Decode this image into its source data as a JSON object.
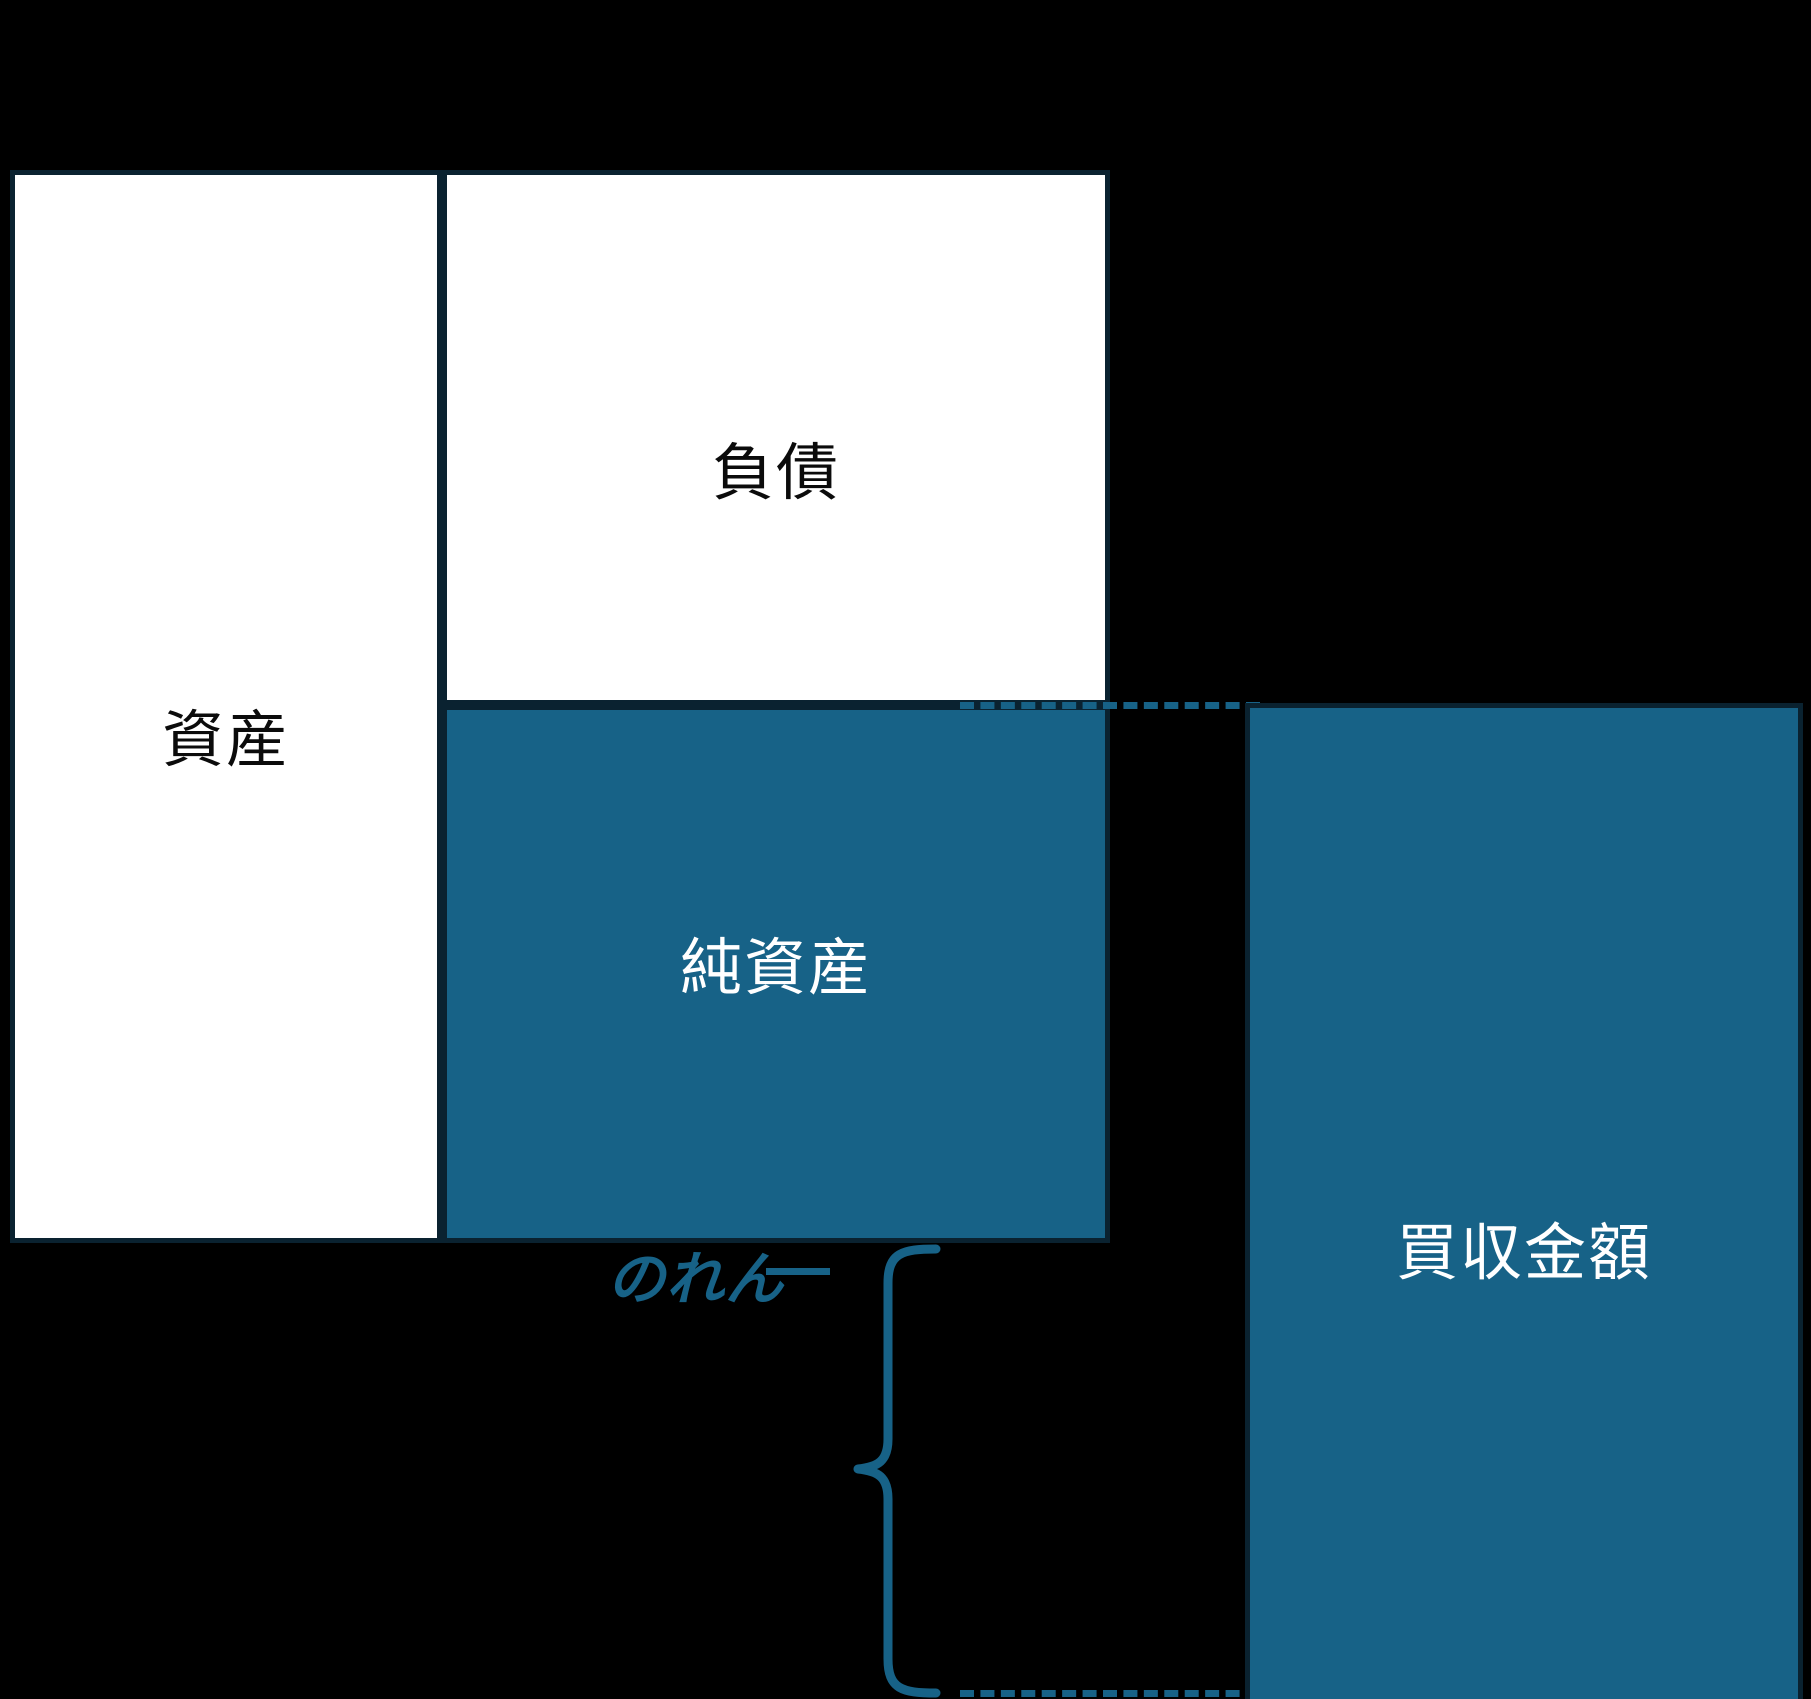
{
  "diagram": {
    "type": "goodwill-balance-sheet-diagram",
    "accent_color": "#176287",
    "outline_color": "#0a2230",
    "background_color": "#000000",
    "panel_fill_color": "#ffffff"
  },
  "balance_sheet": {
    "assets": {
      "label": "資産"
    },
    "liabilities": {
      "label": "負債"
    },
    "net_assets": {
      "label": "純資産"
    }
  },
  "acquisition": {
    "label": "買収金額"
  },
  "goodwill": {
    "label": "のれん"
  }
}
